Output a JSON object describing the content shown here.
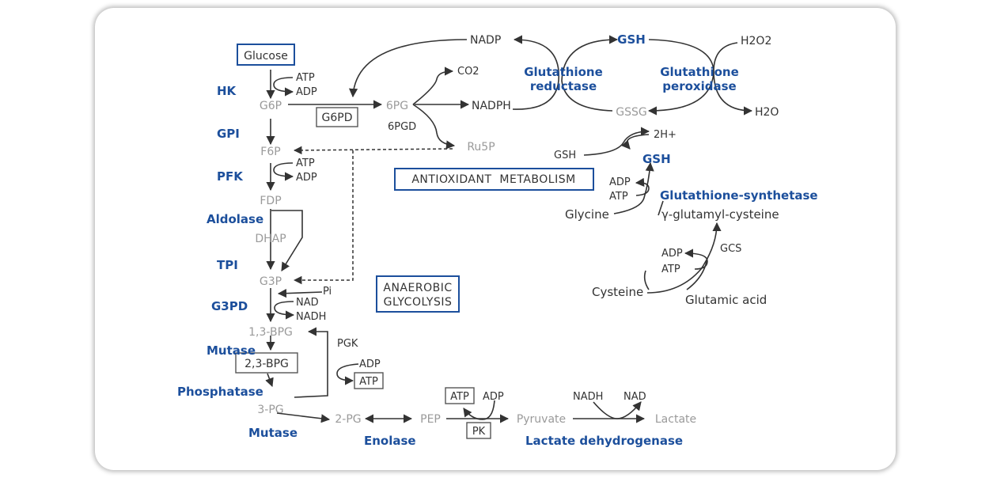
{
  "boxes": {
    "glucose": "Glucose",
    "g6pd": "G6PD",
    "antioxidant": "ANTIOXIDANT  METABOLISM",
    "anaerobic_1": "ANAEROBIC",
    "anaerobic_2": "GLYCOLYSIS",
    "bpg23": "2,3-BPG",
    "atp_pgk": "ATP",
    "atp_pk": "ATP",
    "pk": "PK"
  },
  "metabolites": {
    "g6p": "G6P",
    "f6p": "F6P",
    "fdp": "FDP",
    "dhap": "DHAP",
    "g3p": "G3P",
    "bpg13": "1,3-BPG",
    "pg3": "3-PG",
    "pg2": "2-PG",
    "pep": "PEP",
    "pyruvate": "Pyruvate",
    "lactate": "Lactate",
    "pg6": "6PG",
    "ru5p": "Ru5P",
    "gssg": "GSSG"
  },
  "cofactors": {
    "atp_hk": "ATP",
    "adp_hk": "ADP",
    "atp_pfk": "ATP",
    "adp_pfk": "ADP",
    "pi": "Pi",
    "nad": "NAD",
    "nadh": "NADH",
    "pgk": "PGK",
    "adp_pgk": "ADP",
    "adp_pk": "ADP",
    "nadh_ldh": "NADH",
    "nad_ldh": "NAD",
    "pgd6": "6PGD",
    "co2": "CO2",
    "nadph": "NADPH",
    "nadp": "NADP",
    "h2o2": "H2O2",
    "h2o": "H2O",
    "h2plus": "2H+",
    "gsh_small": "GSH",
    "adp_gs": "ADP",
    "atp_gs": "ATP",
    "adp_gcs": "ADP",
    "atp_gcs": "ATP",
    "gcs": "GCS"
  },
  "labels": {
    "glycine": "Glycine",
    "gamma_glu_cys": "γ-glutamyl-cysteine",
    "cysteine": "Cysteine",
    "glutamic_acid": "Glutamic acid"
  },
  "enzymes": {
    "hk": "HK",
    "gpi": "GPI",
    "pfk": "PFK",
    "aldolase": "Aldolase",
    "tpi": "TPI",
    "g3pd": "G3PD",
    "mutase1": "Mutase",
    "phosphatase": "Phosphatase",
    "mutase2": "Mutase",
    "enolase": "Enolase",
    "ldh": "Lactate dehydrogenase",
    "gsh_top": "GSH",
    "gsh_mid": "GSH",
    "gr_1": "Glutathione",
    "gr_2": "reductase",
    "gp_1": "Glutathione",
    "gp_2": "peroxidase",
    "gs": "Glutathione-synthetase"
  }
}
